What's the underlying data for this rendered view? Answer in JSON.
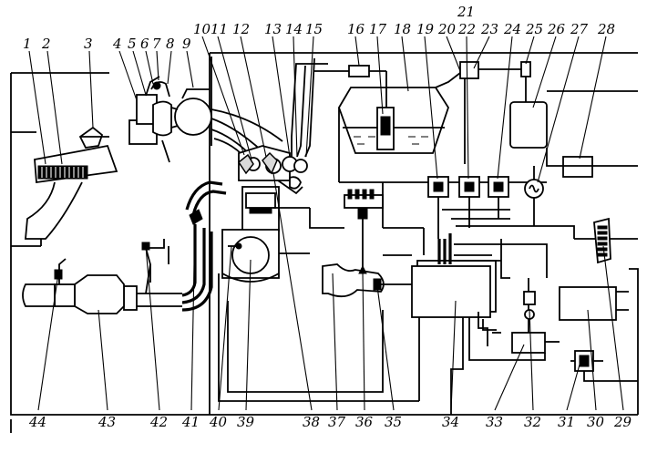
{
  "callouts_top": [
    "1",
    "2",
    "3",
    "4",
    "5",
    "6",
    "7",
    "8",
    "9",
    "10",
    "11",
    "12",
    "13",
    "14",
    "15",
    "16",
    "17",
    "18",
    "19",
    "20",
    "21",
    "22",
    "23",
    "24",
    "25",
    "26",
    "27",
    "28"
  ],
  "callouts_bottom": [
    "44",
    "43",
    "42",
    "41",
    "40",
    "39",
    "38",
    "37",
    "36",
    "35",
    "34",
    "33",
    "32",
    "31",
    "30",
    "29"
  ]
}
